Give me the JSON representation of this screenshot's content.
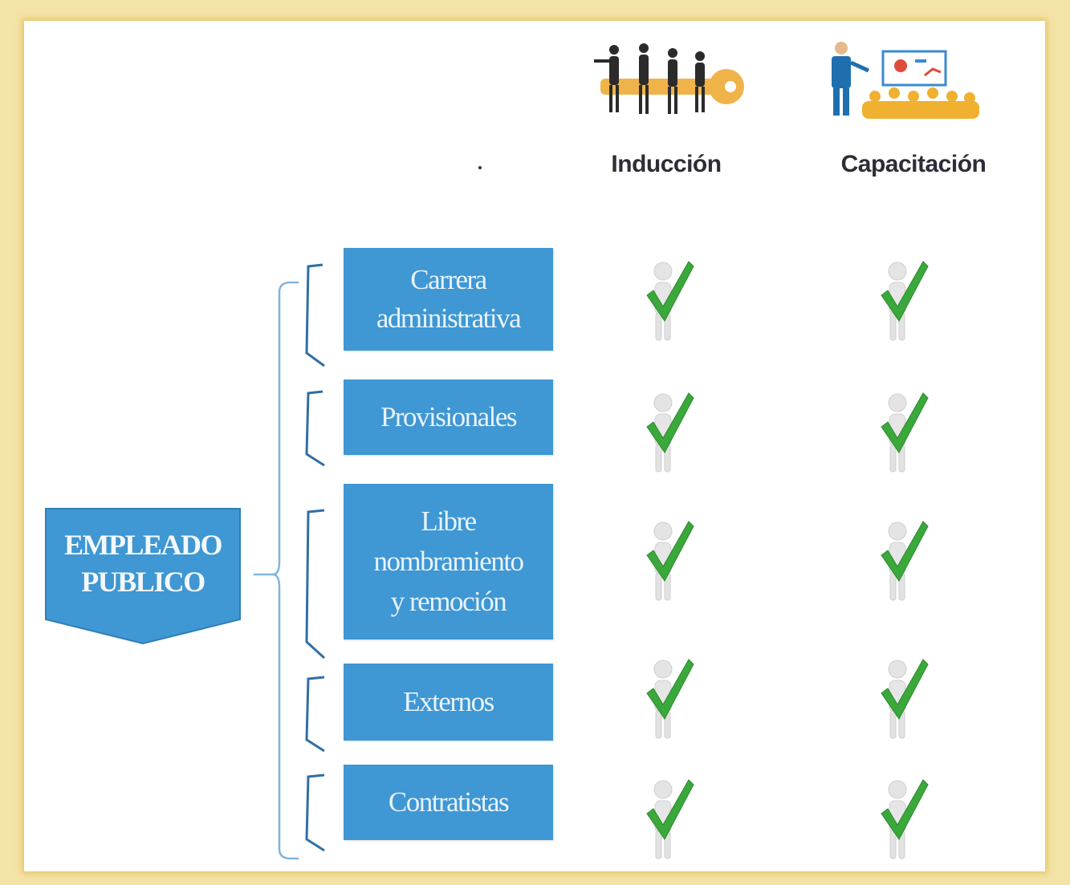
{
  "columns": [
    {
      "label": "Inducción",
      "icon": "team-key-icon"
    },
    {
      "label": "Capacitación",
      "icon": "presentation-audience-icon"
    }
  ],
  "root": {
    "label": "EMPLEADO\nPUBLICO"
  },
  "categories": [
    {
      "label": "Carrera\nadministrativa",
      "induccion": true,
      "capacitacion": true
    },
    {
      "label": "Provisionales",
      "induccion": true,
      "capacitacion": true
    },
    {
      "label": "Libre\nnombramiento\ny remoción",
      "induccion": true,
      "capacitacion": true
    },
    {
      "label": "Externos",
      "induccion": true,
      "capacitacion": true
    },
    {
      "label": "Contratistas",
      "induccion": true,
      "capacitacion": true
    }
  ],
  "colors": {
    "box": "#3f97d3",
    "frame": "#f3e3a6",
    "check": "#3aa83a",
    "bracket": "#7fb6dd"
  }
}
